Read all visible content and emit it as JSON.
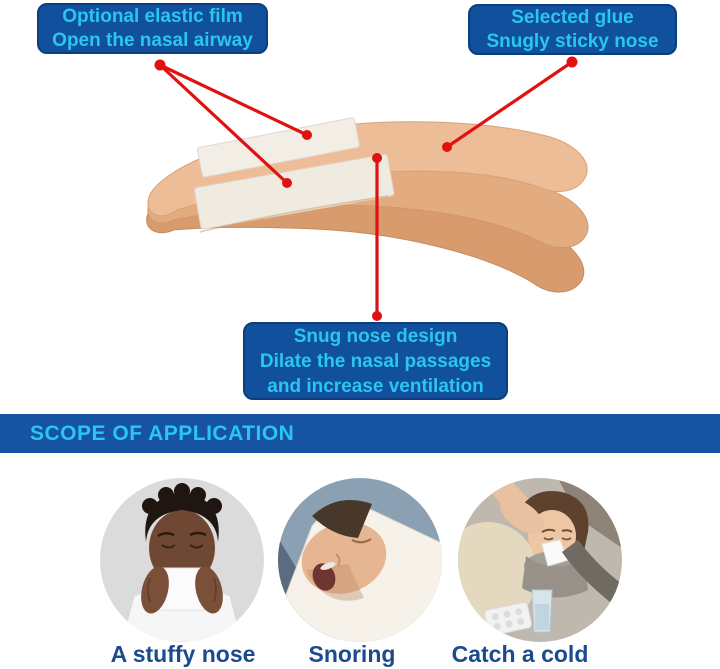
{
  "callouts": {
    "elastic_film": {
      "line1": "Optional elastic film",
      "line2": "Open the nasal airway"
    },
    "glue": {
      "line1": "Selected glue",
      "line2": "Snugly sticky nose"
    },
    "snug_design": {
      "line1": "Snug nose design",
      "line2": "Dilate the nasal passages",
      "line3": "and increase ventilation"
    }
  },
  "section_header": {
    "title": "SCOPE OF APPLICATION"
  },
  "applications": [
    {
      "label": "A stuffy nose",
      "image": "man-blowing-nose-photo"
    },
    {
      "label": "Snoring",
      "image": "man-snoring-photo"
    },
    {
      "label": "Catch a cold",
      "image": "woman-with-cold-photo"
    }
  ],
  "colors": {
    "callout_box_blue": "#10509C",
    "callout_text_cyan": "#29C7EE",
    "header_bar_blue": "#1653A2",
    "header_text_cyan": "#29C7EE",
    "pointer_red": "#E01111",
    "label_navy": "#1B4A8E",
    "strip_skin_light": "#ECBD96",
    "strip_skin_mid": "#E3AC80",
    "strip_skin_dark": "#D79B6E",
    "film_ivory": "#F1EDE4"
  }
}
